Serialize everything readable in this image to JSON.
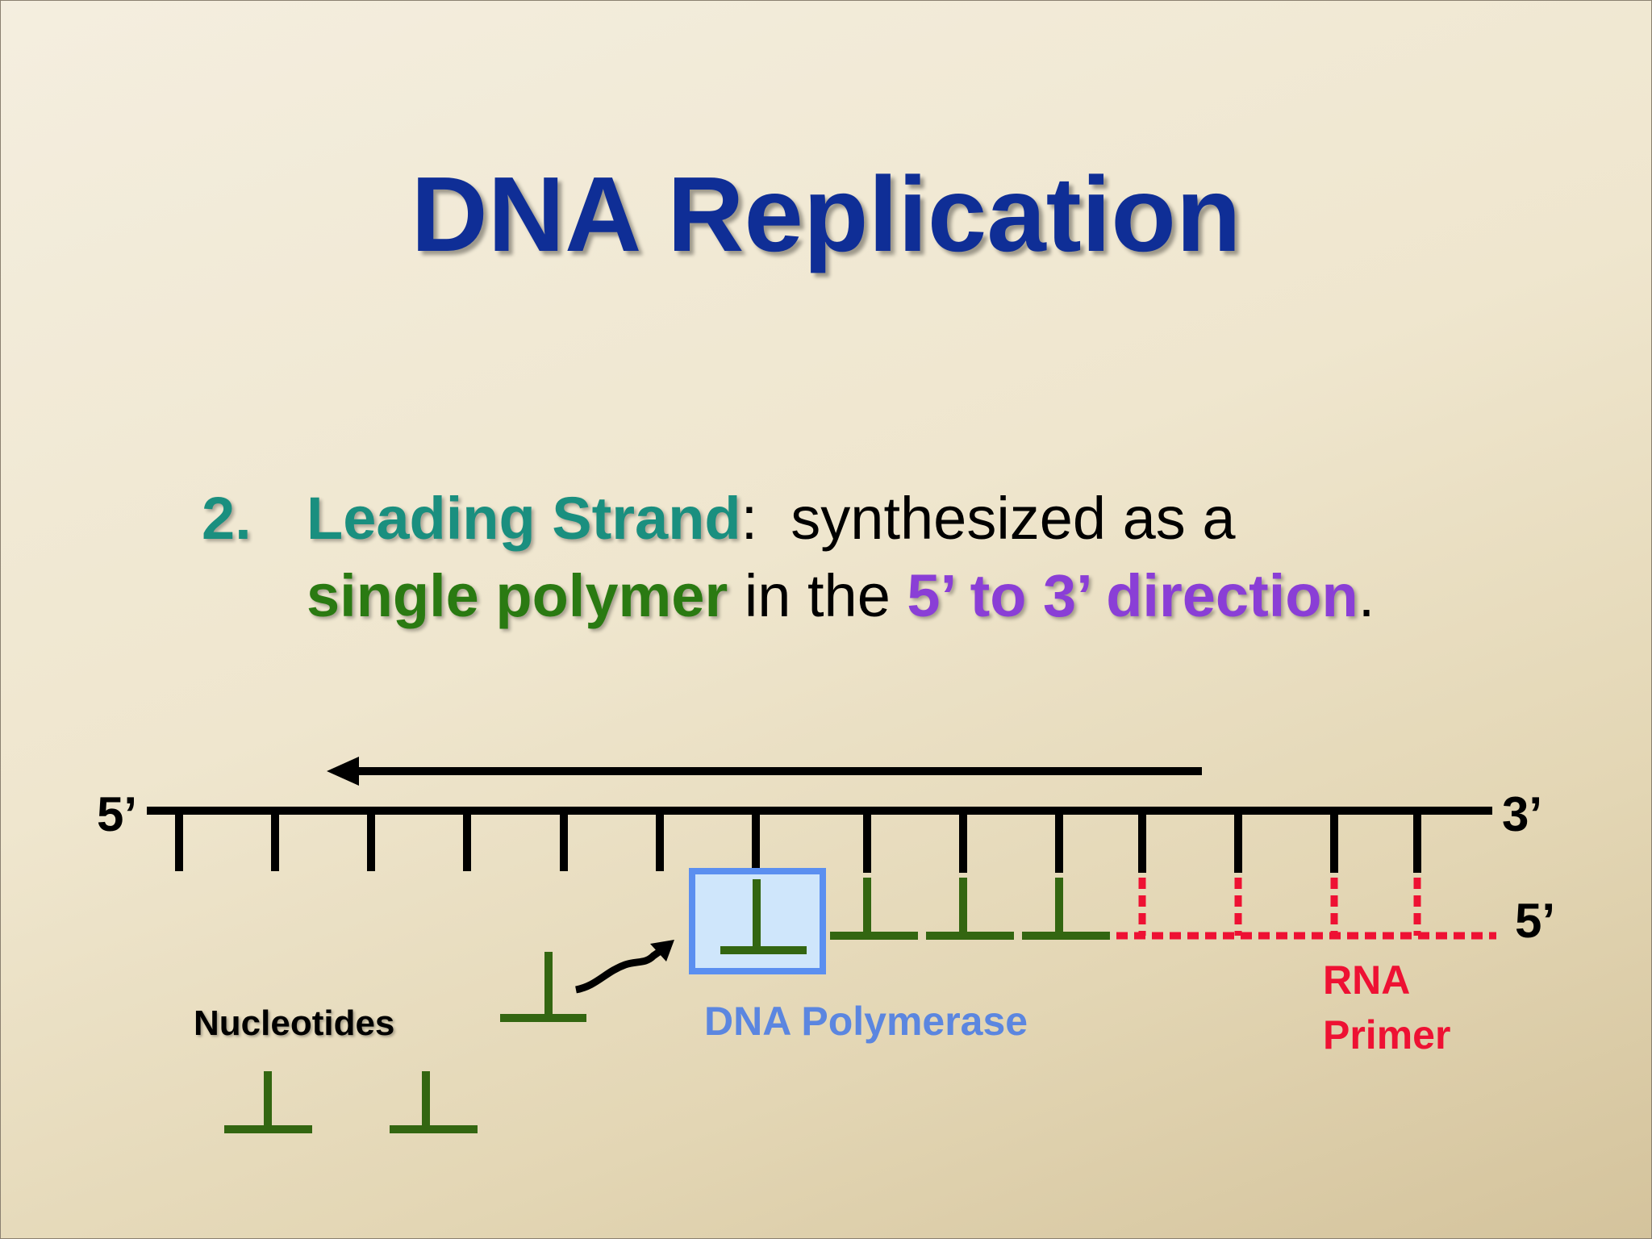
{
  "slide": {
    "title": "DNA Replication",
    "bullet_number": "2.",
    "term": "Leading Strand",
    "colon": ":",
    "text1": "  synthesized as a",
    "highlight1": "single polymer",
    "text2": " in the ",
    "highlight2": "5’ to 3’ direction",
    "period": "."
  },
  "diagram": {
    "template_left_label": "5’",
    "template_right_label": "3’",
    "new_strand_right_label": "5’",
    "nucleotides_label": "Nucleotides",
    "polymerase_label": "DNA Polymerase",
    "primer_label_line1": "RNA",
    "primer_label_line2": "Primer"
  },
  "colors": {
    "title": "#0f2e96",
    "term": "#1a8f7f",
    "single_polymer": "#2a7a12",
    "direction": "#8a3ed6",
    "nucleotide": "#336611",
    "polymerase_box": "#5b8ff0",
    "polymerase_fill": "#cfe6fb",
    "polymerase_label": "#5b86e0",
    "rna_primer": "#ee1133"
  }
}
